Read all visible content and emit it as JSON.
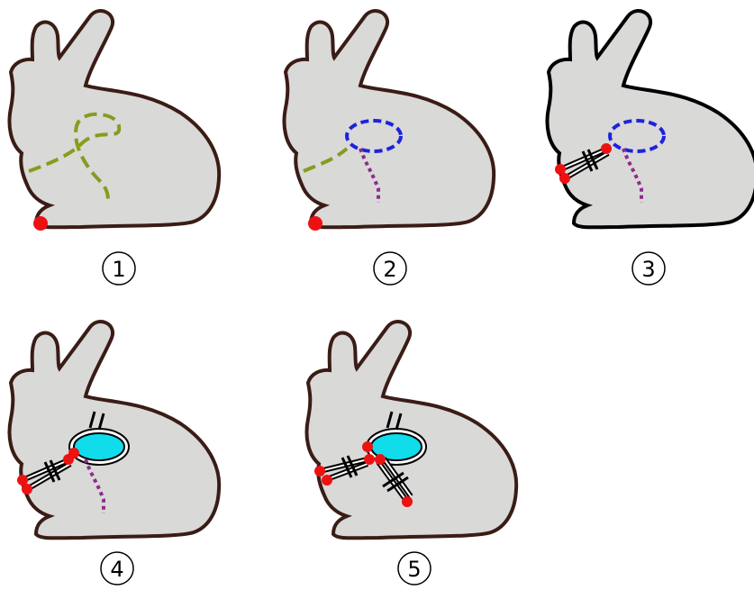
{
  "panels": [
    {
      "label": "1",
      "stage": "cut-curves",
      "outline_color": "#3a1c16"
    },
    {
      "label": "2",
      "stage": "classified-curves",
      "outline_color": "#3a1c16"
    },
    {
      "label": "3",
      "stage": "first-cut",
      "outline_color": "#000000"
    },
    {
      "label": "4",
      "stage": "hole-filled",
      "outline_color": "#3a1c16"
    },
    {
      "label": "5",
      "stage": "second-cut",
      "outline_color": "#3a1c16"
    }
  ],
  "colors": {
    "body_fill": "#d9d9d7",
    "outline": "#3a1c16",
    "curve_green": "#8a9a1e",
    "curve_blue": "#1e22e0",
    "curve_purple": "#8e2c8c",
    "point_red": "#ee1111",
    "cap_fill": "#11dcec",
    "cap_ring": "#ffffff",
    "line_white": "#ffffff",
    "line_black": "#000000"
  },
  "icons": [
    "bunny-silhouette-icon",
    "circled-number-icon",
    "cut-mark-icon"
  ]
}
